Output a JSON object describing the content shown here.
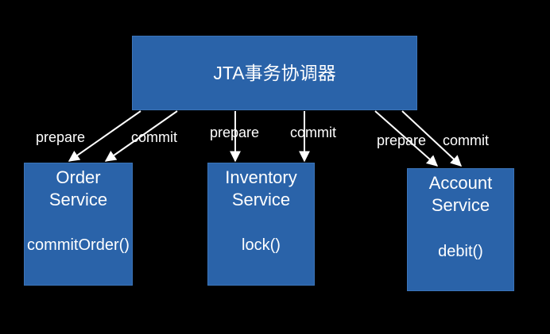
{
  "colors": {
    "background": "#000000",
    "box_fill": "#2A63A9",
    "text": "#ffffff",
    "arrow": "#ffffff"
  },
  "coordinator": {
    "title": "JTA事务协调器"
  },
  "services": [
    {
      "title_line1": "Order",
      "title_line2": "Service",
      "method": "commitOrder()"
    },
    {
      "title_line1": "Inventory",
      "title_line2": "Service",
      "method": "lock()"
    },
    {
      "title_line1": "Account",
      "title_line2": "Service",
      "method": "debit()"
    }
  ],
  "edges": [
    {
      "label": "prepare"
    },
    {
      "label": "commit"
    },
    {
      "label": "prepare"
    },
    {
      "label": "commit"
    },
    {
      "label": "prepare"
    },
    {
      "label": "commit"
    }
  ]
}
